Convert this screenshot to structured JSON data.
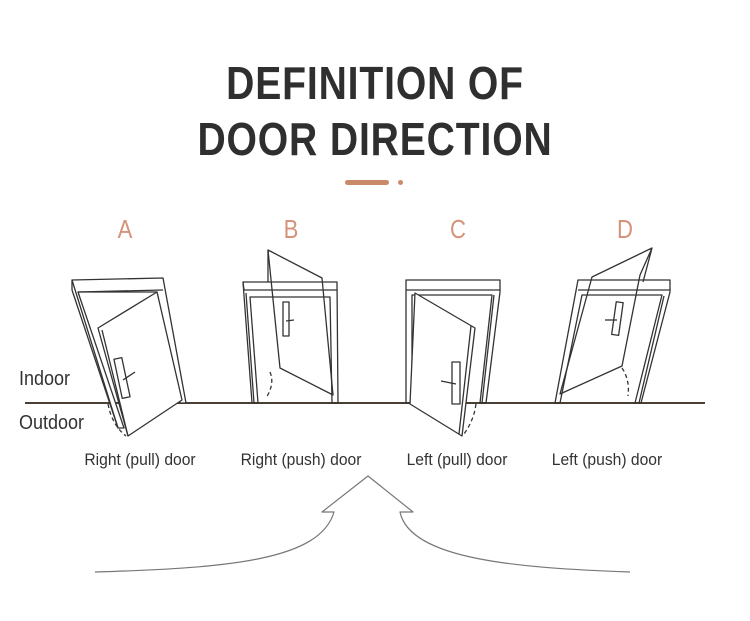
{
  "title": {
    "line1": "DEFINITION OF",
    "line2": "DOOR DIRECTION"
  },
  "accent_color": "#c98a6a",
  "sides": {
    "indoor": "Indoor",
    "outdoor": "Outdoor"
  },
  "doors": [
    {
      "letter": "A",
      "label": "Right (pull) door"
    },
    {
      "letter": "B",
      "label": "Right (push) door"
    },
    {
      "letter": "C",
      "label": "Left (pull) door"
    },
    {
      "letter": "D",
      "label": "Left (push) door"
    }
  ]
}
